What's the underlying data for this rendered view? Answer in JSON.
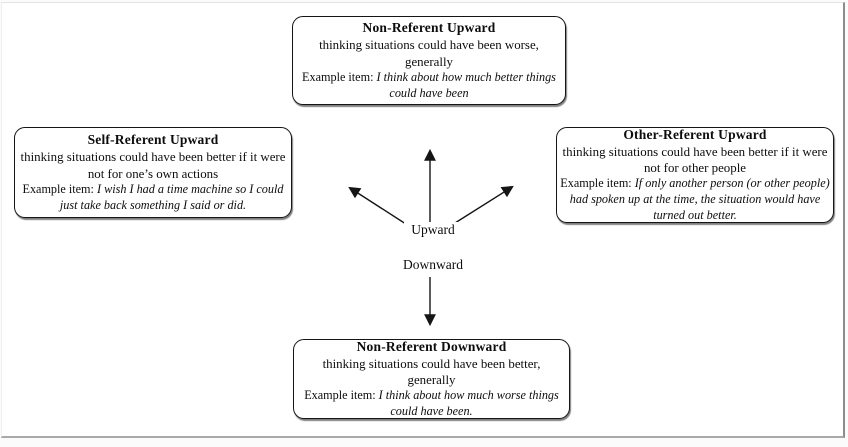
{
  "colors": {
    "background": "#ffffff",
    "line": "#151515",
    "page_edge_right": "#8d8d8d",
    "page_edge_bottom": "#a9a9a9"
  },
  "boxes": [
    {
      "id": "non-referent-upward",
      "title": "Non-Referent Upward",
      "description": "thinking situations could have been worse, generally",
      "example_label": "Example item: ",
      "example_text": "I think about how much better things could have been"
    },
    {
      "id": "self-referent-upward",
      "title": "Self-Referent Upward",
      "description": "thinking situations could have been better if it were not for one’s own actions",
      "example_label": "Example item: ",
      "example_text": "I wish I had a time machine so I could just take back something I said or did."
    },
    {
      "id": "other-referent-upward",
      "title": "Other-Referent Upward",
      "description": "thinking situations could have been better if it were not for other people",
      "example_label": "Example item: ",
      "example_text": "If only another person (or other people) had spoken up at the time, the situation would have turned out better."
    },
    {
      "id": "non-referent-downward",
      "title": "Non-Referent Downward",
      "description": "thinking situations could have been better, generally",
      "example_label": "Example item: ",
      "example_text": "I think about how much worse things could have been."
    }
  ],
  "center": {
    "upward_label": "Upward",
    "downward_label": "Downward"
  }
}
